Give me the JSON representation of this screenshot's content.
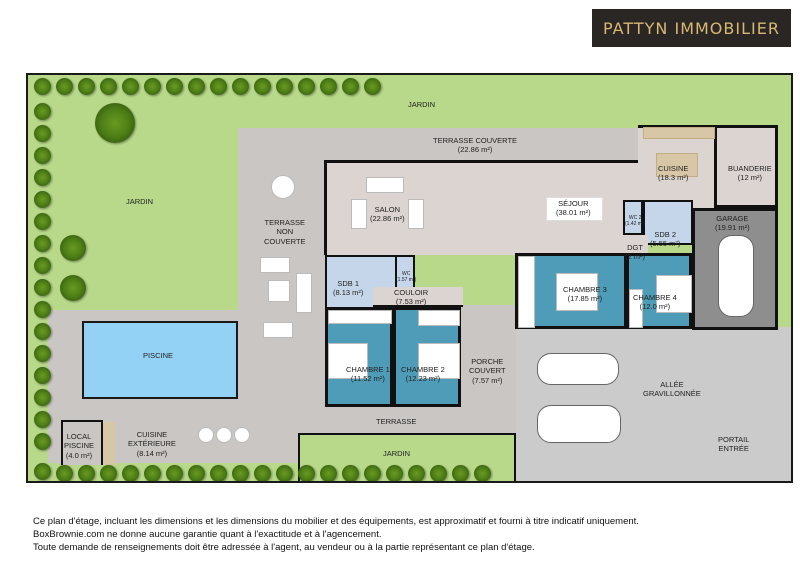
{
  "brand": {
    "name": "PATTYN IMMOBILIER",
    "bg_color": "#2a2623",
    "text_color": "#d8b874"
  },
  "floorplan": {
    "colors": {
      "garden": "#b8d98a",
      "terrace": "#c9c6c3",
      "interior": "#dcd4d1",
      "bedroom": "#4e9cb8",
      "bathroom": "#c5d6ea",
      "garage": "#8e8e8e",
      "pool": "#94d2f5",
      "driveway": "#cbcbcb"
    },
    "zones": {
      "jardin_top": {
        "name": "JARDIN"
      },
      "jardin_left": {
        "name": "JARDIN"
      },
      "jardin_bottom": {
        "name": "JARDIN"
      },
      "terrasse_couverte": {
        "name": "TERRASSE COUVERTE",
        "area": "(22.86 m²)"
      },
      "terrasse_non_couverte": {
        "name": "TERRASSE NON COUVERTE",
        "line1": "TERRASSE",
        "line2": "NON",
        "line3": "COUVERTE"
      },
      "terrasse": {
        "name": "TERRASSE"
      },
      "piscine": {
        "name": "PISCINE"
      },
      "local_piscine": {
        "line1": "LOCAL",
        "line2": "PISCINE",
        "area": "(4.0 m²)"
      },
      "cuisine_exterieure": {
        "line1": "CUISINE",
        "line2": "EXTÉRIEURE",
        "area": "(8.14 m²)"
      },
      "porche_couvert": {
        "line1": "PORCHE",
        "line2": "COUVERT",
        "area": "(7.57 m²)"
      },
      "allee": {
        "line1": "ALLÉE",
        "line2": "GRAVILLONNÉE"
      },
      "portail": {
        "line1": "PORTAIL",
        "line2": "ENTRÉE"
      }
    },
    "rooms": {
      "salon": {
        "name": "SALON",
        "area": "(22.86 m²)"
      },
      "sejour": {
        "name": "SÉJOUR",
        "area": "(38.01 m²)"
      },
      "cuisine": {
        "name": "CUISINE",
        "area": "(18.3 m²)"
      },
      "buanderie": {
        "name": "BUANDERIE",
        "area": "(12 m²)"
      },
      "garage": {
        "name": "GARAGE",
        "area": "(19.91 m²)"
      },
      "wc2": {
        "name": "WC 2",
        "area": "(1.42 m²)"
      },
      "sdb2": {
        "name": "SDB 2",
        "area": "(5.55 m²)"
      },
      "dgt": {
        "name": "DGT",
        "area": "(2 m²)"
      },
      "sdb1": {
        "name": "SDB 1",
        "area": "(8.13 m²)"
      },
      "wc": {
        "name": "WC",
        "area": "(1.57 m²)"
      },
      "couloir": {
        "name": "COULOIR",
        "area": "(7.53 m²)"
      },
      "chambre1": {
        "name": "CHAMBRE 1",
        "area": "(11.52 m²)"
      },
      "chambre2": {
        "name": "CHAMBRE 2",
        "area": "(12.23 m²)"
      },
      "chambre3": {
        "name": "CHAMBRE 3",
        "area": "(17.85 m²)"
      },
      "chambre4": {
        "name": "CHAMBRE 4",
        "area": "(12.0 m²)"
      }
    }
  },
  "disclaimer": {
    "line1": "Ce plan d'étage, incluant les dimensions et les dimensions du mobilier et des équipements, est approximatif et fourni à titre indicatif uniquement.",
    "line2": "BoxBrownie.com ne donne aucune garantie quant à l'exactitude et à l'agencement.",
    "line3": "Toute demande de renseignements doit être adressée à l'agent, au vendeur ou à la partie représentant ce plan d'étage."
  }
}
